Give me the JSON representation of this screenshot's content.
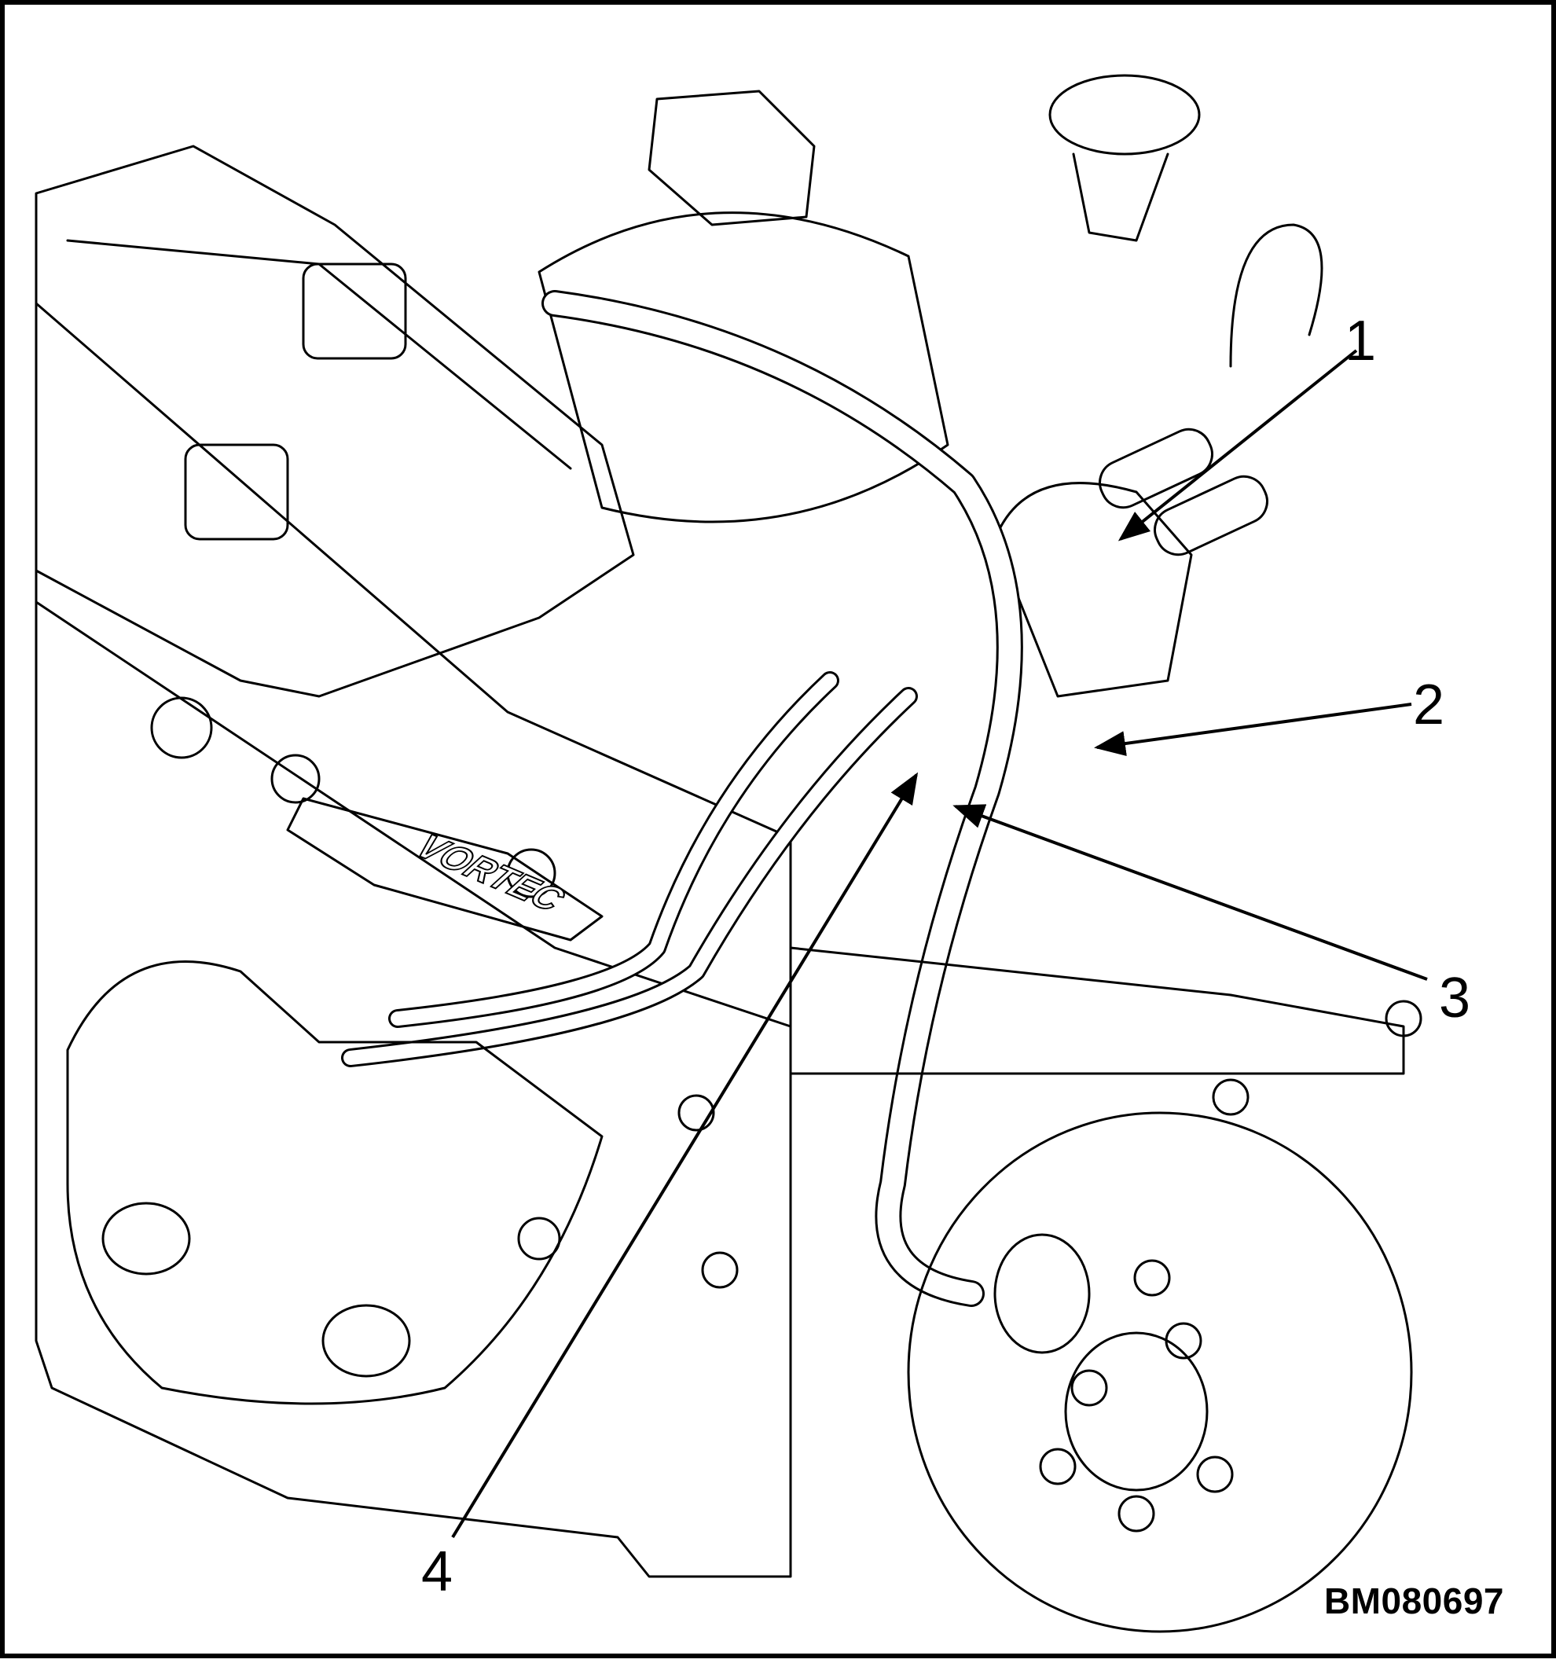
{
  "diagram": {
    "figure_id": "BM080697",
    "wordmark": "VORTEC",
    "colors": {
      "line": "#000000",
      "background": "#ffffff"
    },
    "callouts": [
      {
        "id": "1",
        "label": "1"
      },
      {
        "id": "2",
        "label": "2"
      },
      {
        "id": "3",
        "label": "3"
      },
      {
        "id": "4",
        "label": "4"
      }
    ]
  }
}
